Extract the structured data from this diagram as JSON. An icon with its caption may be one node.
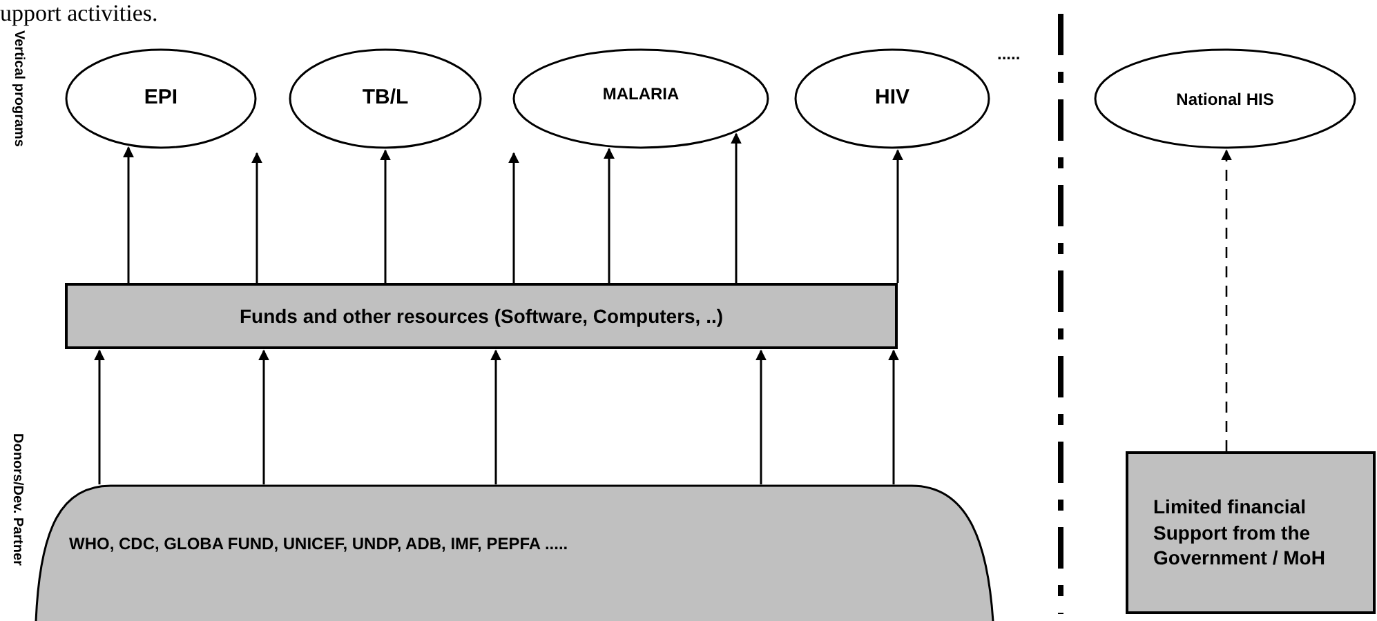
{
  "diagram": {
    "nodes": [
      {
        "text": [
          "EPI"
        ]
      },
      {
        "text": [
          "TB/L"
        ]
      },
      {
        "text": [
          "MALARIA"
        ]
      },
      {
        "text": [
          "HIV"
        ]
      },
      {
        "text": [
          "National HIS"
        ]
      },
      {
        "text": [
          "Funds and other resources (Software, Computers, ..)"
        ]
      },
      {
        "text": [
          "WHO, CDC, GLOBA FUND, UNICEF, UNDP, ADB, IMF, PEPFA  ....."
        ]
      },
      {
        "text": [
          "Limited financial Support from the Government / MoH"
        ]
      }
    ],
    "edges": [
      {
        "from": 5,
        "to": 0,
        "arrow": "to"
      },
      {
        "from": 5,
        "to": 0,
        "arrow": "to"
      },
      {
        "from": 5,
        "to": 1,
        "arrow": "to"
      },
      {
        "from": 5,
        "to": 2,
        "arrow": "to"
      },
      {
        "from": 5,
        "to": 2,
        "arrow": "to"
      },
      {
        "from": 5,
        "to": 2,
        "arrow": "to"
      },
      {
        "from": 5,
        "to": 3,
        "arrow": "to"
      },
      {
        "from": 6,
        "to": 5,
        "arrow": "to"
      },
      {
        "from": 6,
        "to": 5,
        "arrow": "to"
      },
      {
        "from": 6,
        "to": 5,
        "arrow": "to"
      },
      {
        "from": 6,
        "to": 5,
        "arrow": "to"
      },
      {
        "from": 6,
        "to": 5,
        "arrow": "to"
      },
      {
        "from": 7,
        "to": 4,
        "arrow": "to",
        "style": "dashed"
      }
    ],
    "labels": [
      "upport activities.",
      "Vertical programs",
      ".....",
      "Donors/Dev. Partner"
    ]
  }
}
